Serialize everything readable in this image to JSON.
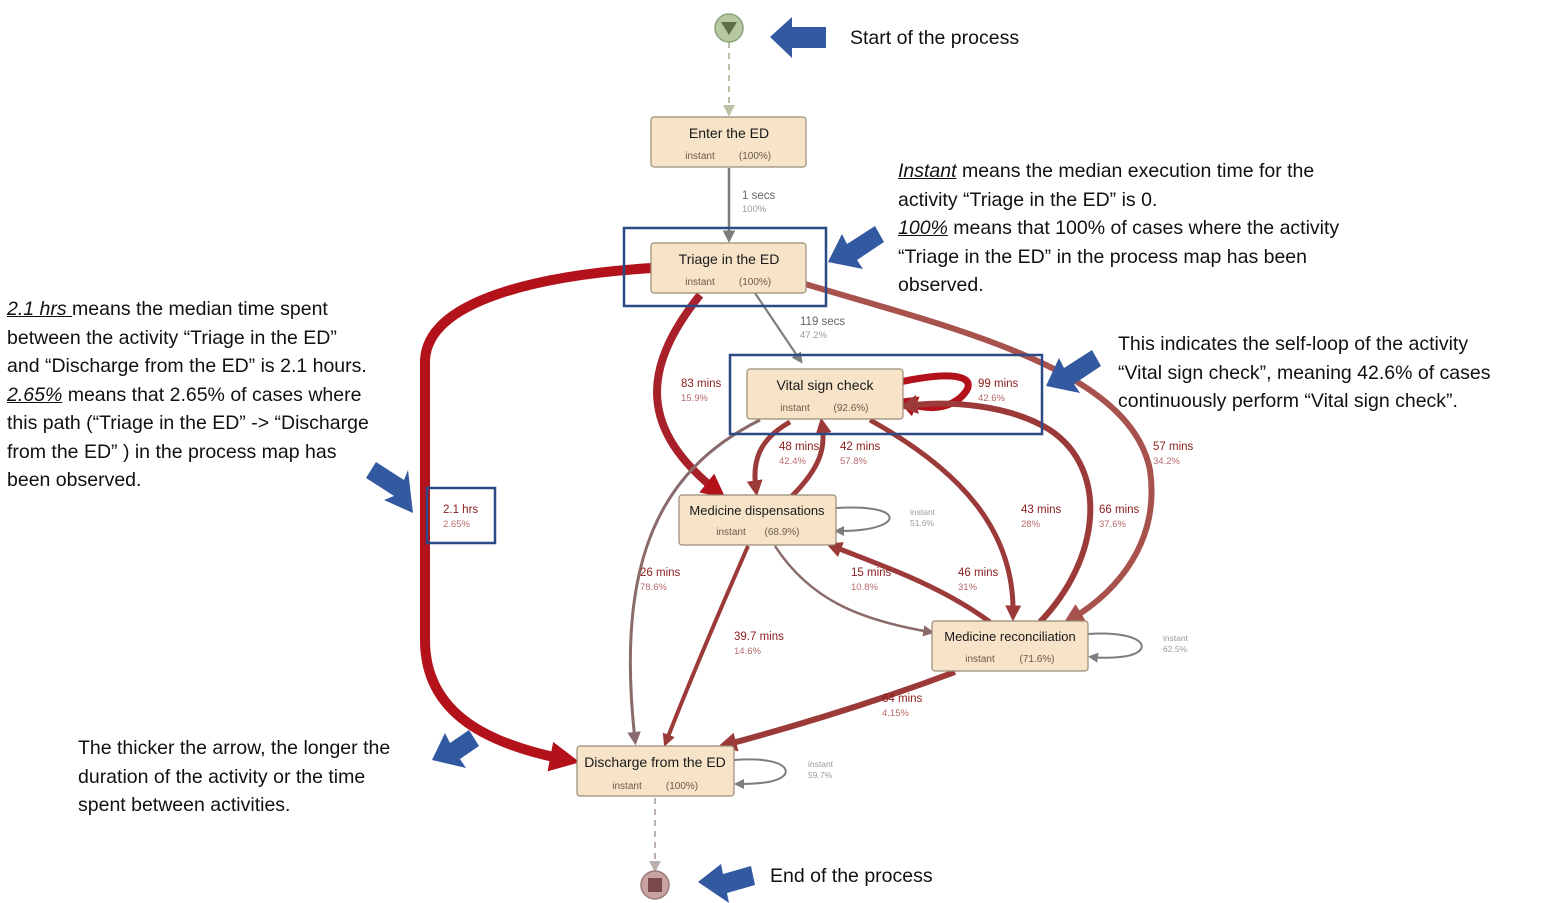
{
  "colors": {
    "path_red": "#b3121b",
    "path_dark": "#9c3a3a",
    "path_mid": "#a8524e",
    "path_light": "#8a6a6a",
    "path_grey": "#7d7d7d",
    "node_fill": "#f6e3c8",
    "node_border": "#9b8a74",
    "arrow_blue": "#3359a0",
    "highlight_box": "#2b4a86"
  },
  "nodes": {
    "start": {
      "icon": "start-triangle-icon"
    },
    "enter": {
      "title": "Enter the ED",
      "duration": "instant",
      "freq": "(100%)"
    },
    "triage": {
      "title": "Triage in the ED",
      "duration": "instant",
      "freq": "(100%)"
    },
    "vital": {
      "title": "Vital sign check",
      "duration": "instant",
      "freq": "(92.6%)"
    },
    "medicine_disp": {
      "title": "Medicine dispensations",
      "duration": "instant",
      "freq": "(68.9%)"
    },
    "medicine_rec": {
      "title": "Medicine reconciliation",
      "duration": "instant",
      "freq": "(71.6%)"
    },
    "discharge": {
      "title": "Discharge from the ED",
      "duration": "instant",
      "freq": "(100%)"
    },
    "end": {
      "icon": "end-square-icon"
    }
  },
  "edges": {
    "enter_triage": {
      "time": "1 secs",
      "pct": "100%"
    },
    "triage_vital": {
      "time": "119 secs",
      "pct": "47.2%"
    },
    "triage_disp": {
      "time": "83 mins",
      "pct": "15.9%"
    },
    "vital_loop": {
      "time": "99 mins",
      "pct": "42.6%"
    },
    "vital_disp": {
      "time": "48 mins",
      "pct": "42.4%"
    },
    "disp_vital": {
      "time": "42 mins",
      "pct": "57.8%"
    },
    "triage_rec": {
      "time": "57 mins",
      "pct": "34.2%"
    },
    "triage_discharge": {
      "time": "2.1 hrs",
      "pct": "2.65%"
    },
    "disp_loop": {
      "time": "instant",
      "pct": "51.6%"
    },
    "vital_rec": {
      "time": "43 mins",
      "pct": "28%"
    },
    "rec_vital": {
      "time": "66 mins",
      "pct": "37.6%"
    },
    "vital_discharge": {
      "time": "26 mins",
      "pct": "78.6%"
    },
    "disp_rec": {
      "time": "15 mins",
      "pct": "10.8%"
    },
    "rec_disp": {
      "time": "46 mins",
      "pct": "31%"
    },
    "disp_discharge": {
      "time": "39.7 mins",
      "pct": "14.6%"
    },
    "rec_loop": {
      "time": "instant",
      "pct": "62.5%"
    },
    "rec_discharge": {
      "time": "64 mins",
      "pct": "4.15%"
    },
    "discharge_loop": {
      "time": "instant",
      "pct": "59.7%"
    }
  },
  "annotations": {
    "start": "Start of the process",
    "end": "End of the process",
    "instant": {
      "l1_em": "Instant",
      "l1_rest": " means the median execution time for the",
      "l2": "activity “Triage in the ED” is 0.",
      "l3_em": "100%",
      "l3_rest": " means that 100% of cases where the activity",
      "l4": "“Triage in the ED” in the process map has been",
      "l5": "observed."
    },
    "selfloop": {
      "l1": "This indicates the self-loop of the activity",
      "l2": "“Vital sign check”, meaning 42.6% of cases",
      "l3": "continuously perform “Vital sign check”."
    },
    "hrs": {
      "l1_em": "2.1 hrs ",
      "l1_rest": "means the median time spent",
      "l2": "between the activity “Triage in the ED”",
      "l3": "and “Discharge from the ED” is 2.1 hours.",
      "l4_em": "2.65%",
      "l4_rest": " means that 2.65% of cases where",
      "l5": "this path (“Triage in the ED” -> “Discharge",
      "l6": "from the ED” ) in the process map has",
      "l7": "been observed."
    },
    "thick": {
      "l1": "The thicker the arrow, the longer the",
      "l2": "duration of the activity or the time",
      "l3": "spent between activities."
    }
  }
}
